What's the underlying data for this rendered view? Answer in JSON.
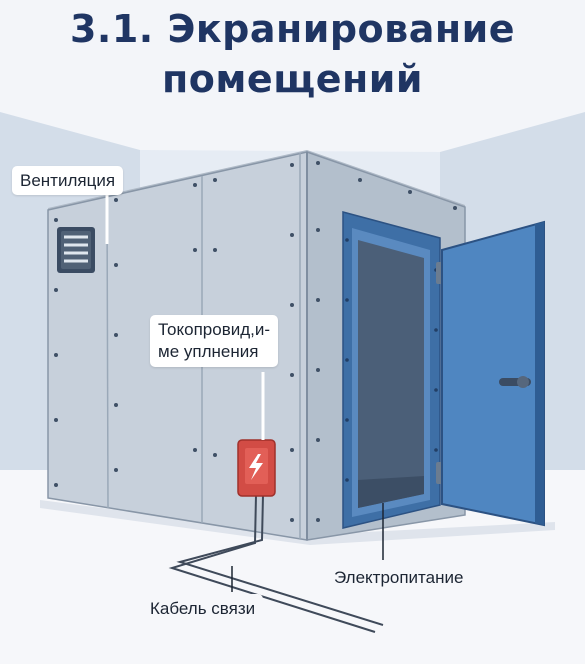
{
  "title": {
    "line1": "3.1. Экранирование",
    "line2": "помещений"
  },
  "callouts": {
    "ventilation": "Вентиляция",
    "seals_line1": "Токопровид,и-",
    "seals_line2": "ме уплнения",
    "power": "Электропитание",
    "cable": "Кабель связи"
  },
  "icons": {
    "vent": "vent-grille-icon",
    "power_box": "lightning-bolt-icon",
    "door_handle": "door-handle-icon"
  },
  "colors": {
    "title": "#1f3563",
    "walls": "#c7d0db",
    "door": "#4f86c1",
    "door_frame": "#3e6fa6",
    "power_box": "#d24c45",
    "background_wall": "#d3dde9"
  }
}
